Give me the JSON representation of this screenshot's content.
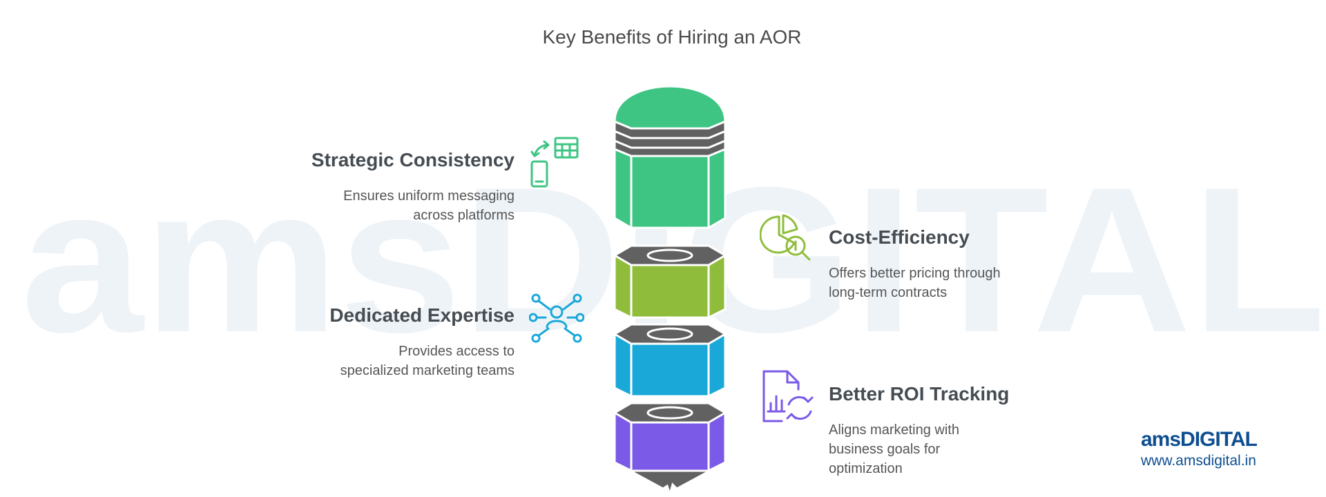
{
  "title": "Key Benefits of Hiring an AOR",
  "benefits": [
    {
      "heading": "Strategic Consistency",
      "text": [
        "Ensures uniform messaging",
        "across platforms"
      ],
      "color": "#3ec483",
      "icon": "devices-sync-icon"
    },
    {
      "heading": "Cost-Efficiency",
      "text": [
        "Offers better pricing through",
        "long-term contracts"
      ],
      "color": "#8fbd3b",
      "icon": "pie-chart-search-icon"
    },
    {
      "heading": "Dedicated Expertise",
      "text": [
        "Provides access to",
        "specialized marketing teams"
      ],
      "color": "#1aa8d9",
      "icon": "team-network-icon"
    },
    {
      "heading": "Better ROI Tracking",
      "text": [
        "Aligns marketing with",
        "business goals for",
        "optimization"
      ],
      "color": "#7a5ae6",
      "icon": "report-refresh-icon"
    }
  ],
  "logo": {
    "name": "amsDIGITAL",
    "url": "www.amsdigital.in"
  },
  "watermark": "amsDIGITAL",
  "colors": {
    "dark": "#616161",
    "text": "#454c52"
  }
}
